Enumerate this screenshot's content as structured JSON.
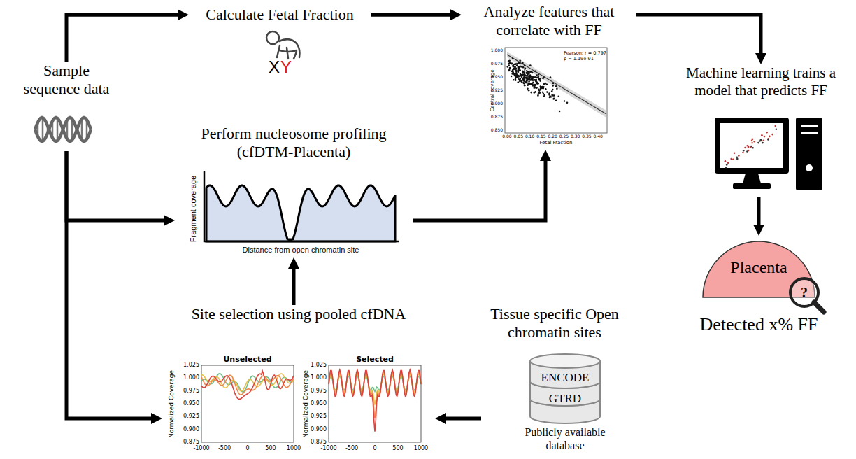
{
  "diagram": {
    "nodes": [
      {
        "text": [
          "Sample sequence data"
        ]
      },
      {
        "text": [
          "Calculate Fetal Fraction"
        ]
      },
      {
        "text": [
          "Analyze features that correlate with FF"
        ]
      },
      {
        "text": [
          "Machine learning trains a model that predicts FF"
        ]
      },
      {
        "text": [
          "Placenta",
          "Detected x% FF"
        ]
      },
      {
        "text": [
          "Perform nucleosome profiling (cfDTM-Placenta)"
        ]
      },
      {
        "text": [
          "Site selection using pooled cfDNA"
        ]
      },
      {
        "text": [
          "Tissue specific Open chromatin sites",
          "ENCODE",
          "GTRD",
          "Publicly available database"
        ]
      }
    ],
    "edges": [
      {
        "from": 0,
        "to": 1,
        "arrow": "to"
      },
      {
        "from": 1,
        "to": 2,
        "arrow": "to"
      },
      {
        "from": 2,
        "to": 3,
        "arrow": "to"
      },
      {
        "from": 3,
        "to": 4,
        "arrow": "to"
      },
      {
        "from": 0,
        "to": 5,
        "arrow": "to"
      },
      {
        "from": 0,
        "to": 6,
        "arrow": "to"
      },
      {
        "from": 7,
        "to": 6,
        "arrow": "to"
      },
      {
        "from": 6,
        "to": 5,
        "arrow": "to"
      },
      {
        "from": 5,
        "to": 2,
        "arrow": "to"
      }
    ],
    "labels": [
      "X",
      "Y",
      "Pearson: r = 0.797",
      "p = 1.19e-91",
      "Central coverage",
      "Fetal Fraction",
      "1.000",
      "0.975",
      "0.950",
      "0.925",
      "0.900",
      "0.875",
      "0.850",
      "0.00",
      "0.05",
      "0.10",
      "0.15",
      "0.20",
      "0.25",
      "0.30",
      "0.35",
      "0.40",
      "Fragment coverage",
      "Distance from open chromatin site",
      "Unselected",
      "Selected",
      "Normalized Coverage",
      "Normalized Coverage",
      "1.025",
      "1.000",
      "0.975",
      "0.950",
      "0.925",
      "0.900",
      "0.875",
      "-1000",
      "-500",
      "0",
      "500",
      "1000",
      "1.025",
      "1.000",
      "0.975",
      "0.950",
      "0.925",
      "0.900",
      "0.875",
      "-1000",
      "-500",
      "0",
      "500",
      "1000",
      "?"
    ]
  }
}
